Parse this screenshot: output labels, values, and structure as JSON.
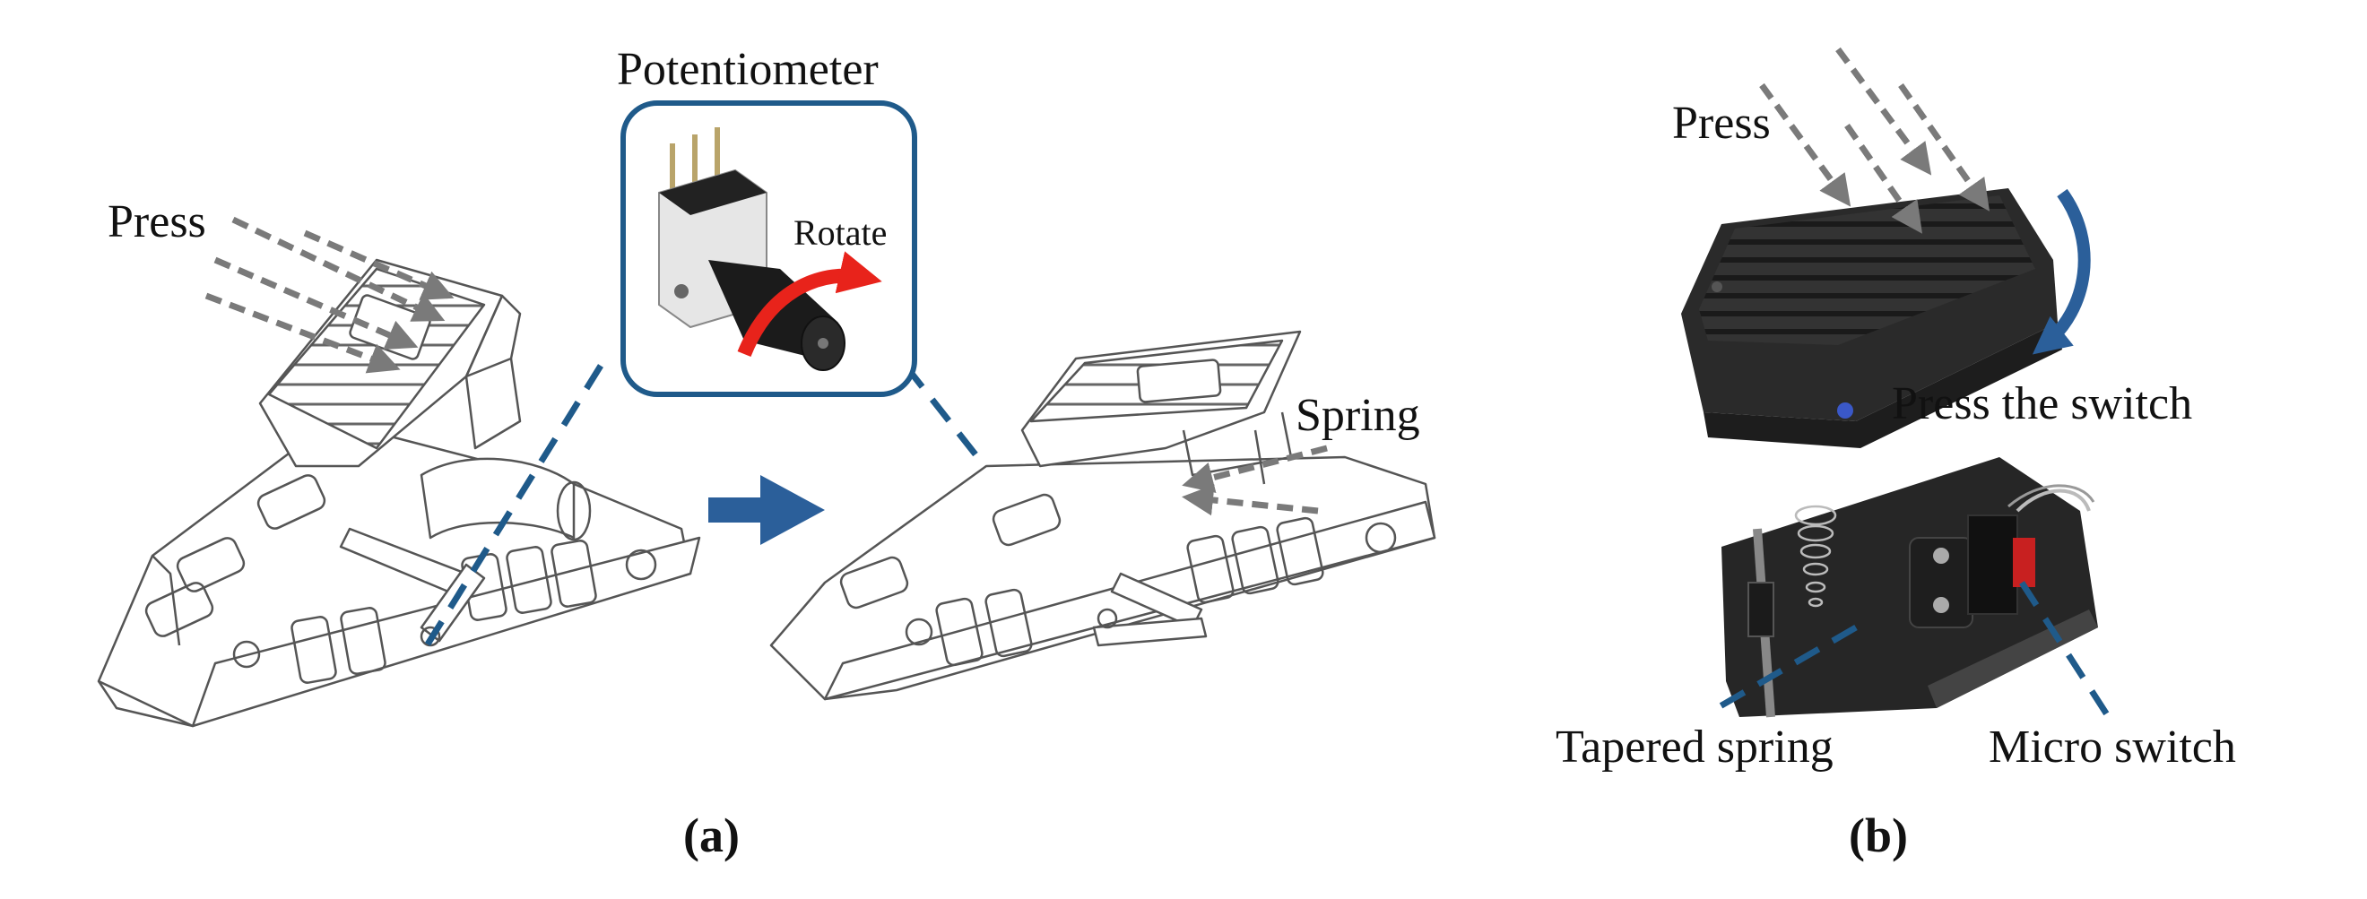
{
  "panel_a": {
    "caption": "(a)",
    "labels": {
      "press": "Press",
      "potentiometer": "Potentiometer",
      "rotate": "Rotate",
      "spring": "Spring"
    }
  },
  "panel_b": {
    "caption": "(b)",
    "labels": {
      "press": "Press",
      "press_switch": "Press the switch",
      "tapered_spring": "Tapered spring",
      "micro_switch": "Micro switch"
    }
  },
  "colors": {
    "callout_blue": "#1f5a8a",
    "arrow_blue": "#2b5f9a",
    "press_gray": "#7a7a7a",
    "rotate_red": "#e8231b",
    "line_art": "#555555",
    "pedal_body": "#2e2e2e",
    "base_body": "#262626"
  }
}
